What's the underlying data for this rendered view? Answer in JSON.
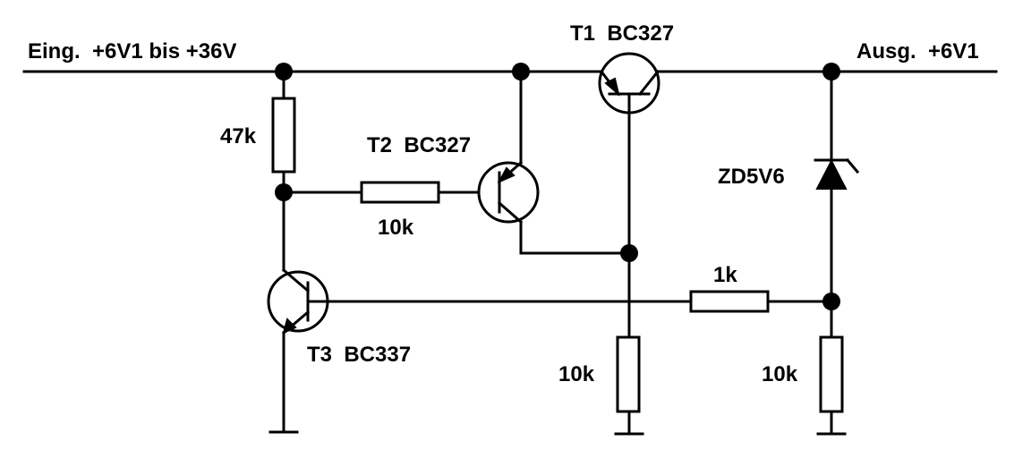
{
  "diagram": {
    "input_label": "Eing.  +6V1 bis +36V",
    "output_label": "Ausg.  +6V1",
    "t1_label": "T1  BC327",
    "t2_label": "T2  BC327",
    "t3_label": "T3  BC337",
    "r_47k_label": "47k",
    "r_base_t2_label": "10k",
    "r_1k_label": "1k",
    "r_10k_left_label": "10k",
    "r_10k_right_label": "10k",
    "zener_label": "ZD5V6"
  }
}
